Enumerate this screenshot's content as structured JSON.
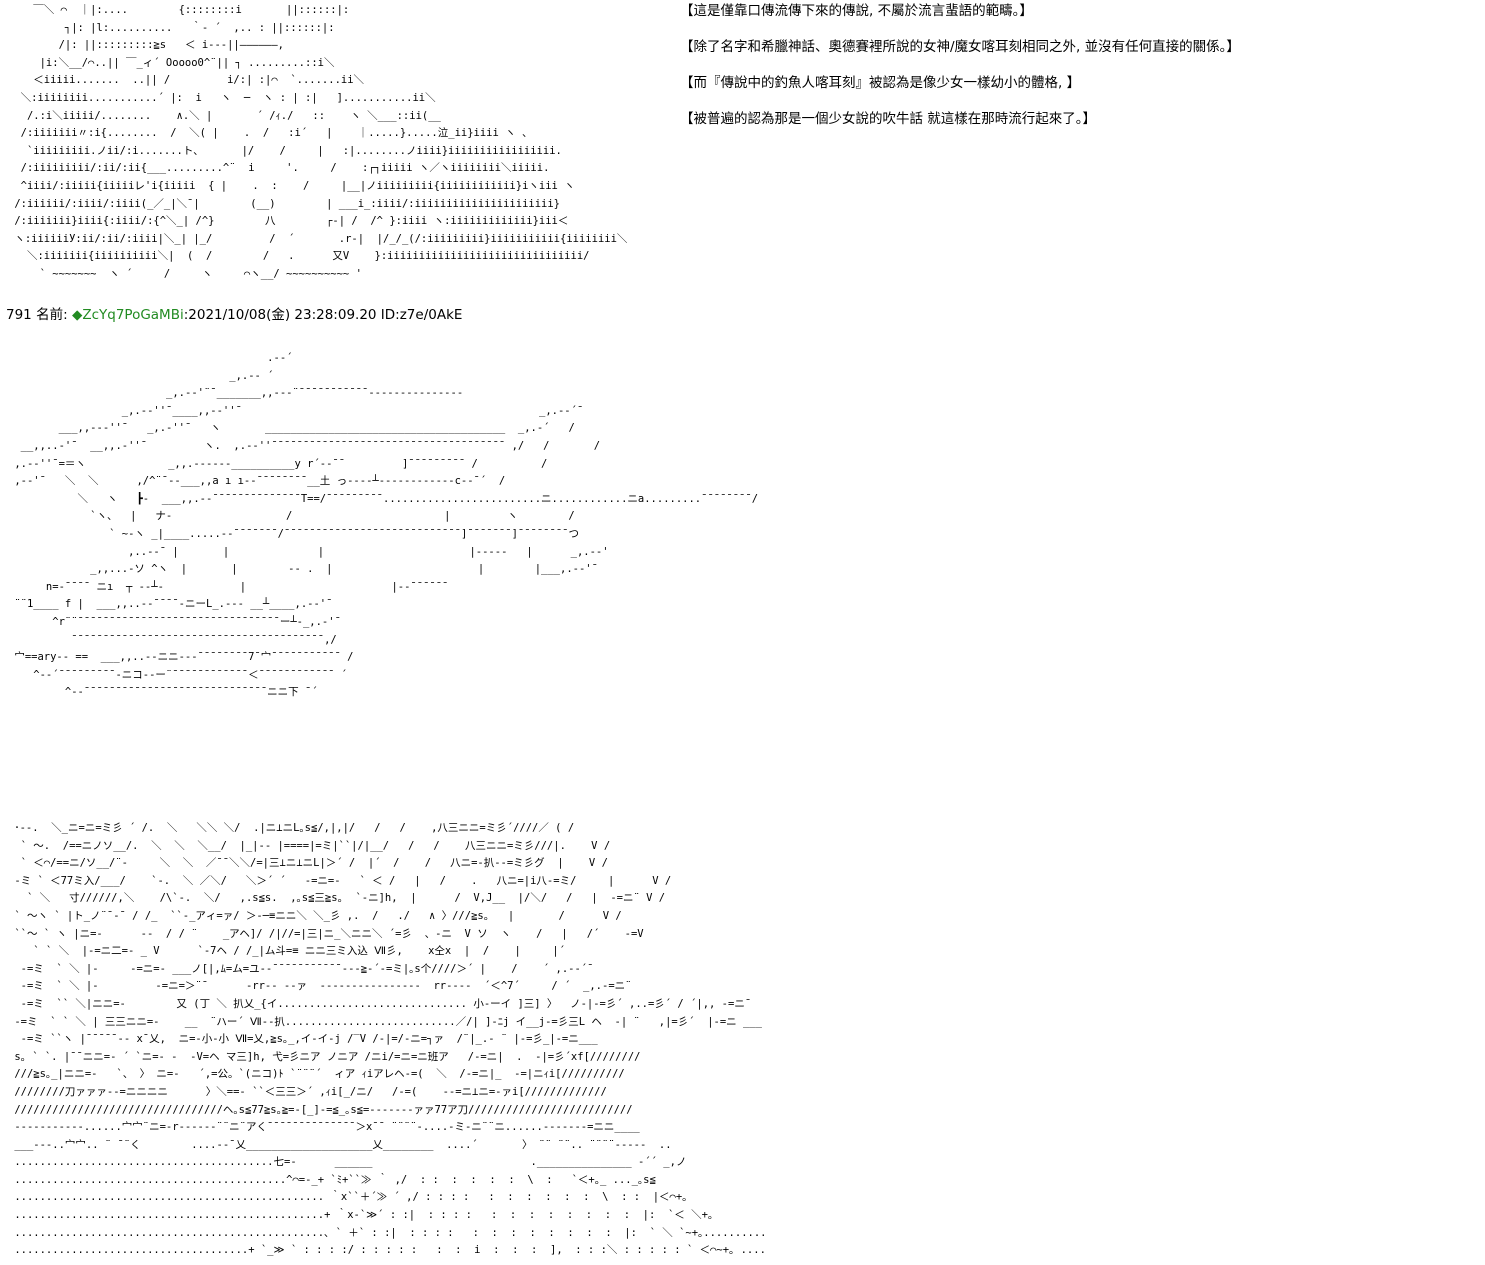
{
  "narration": [
    "【這是僅靠口傳流傳下來的傳說, 不屬於流言蜚語的範疇。】",
    "【除了名字和希臘神話、奧德賽裡所說的女神/魔女喀耳刻相同之外, 並沒有任何直接的關係。】",
    "【而『傳說中的釣魚人喀耳刻』被認為是像少女一樣幼小的體格, 】",
    "【被普遍的認為那是一個少女說的吹牛話 就這樣在那時流行起來了。】"
  ],
  "post": {
    "number": "791",
    "name_label": "名前:",
    "trip_symbol": "◆",
    "trip": "ZcYq7PoGaMBi",
    "meta": ":2021/10/08(金) 23:28:09.20 ID:z7e/0AkE"
  },
  "colors": {
    "trip": "#228B22",
    "text": "#000000",
    "background": "#ffffff"
  },
  "ascii_art": {
    "top": "    ￣＼ ⌒  ｜|:....        {::::::::i       ||::::::|:\n         ┐|: |l:..........   ｀- ´  ,.. : ||::::::|:\n        /|: ||:::::::::≧s   ＜ i---||――――――,\n     |i:＼__/⌒..|| ￣_ィ´ Ooooo0^¨|| ┐ .........::i＼\n    ＜iiiii.......  ..|| /         i/:| :|⌒  `.......ii＼\n  ＼:iiiiiiii...........´ |:  i   ヽ  ─  ヽ : | :|   ]...........ii＼\n   /.:i＼iiiii/........    ∧.＼ |       ´ /ｨ./   ::    ヽ ＼___::ii(__\n  /:iiiiiii〃:i{........  /  ＼( |    .  /   :i´   |    ｜.....}.....泣_ii}iiii ヽ 、\n   `iiiiiiiii.ノii/:i.......ト、      |/    /     |   :|........ノiiii}iiiiiiiiiiiiiiiii.\n  /:iiiiiiiii/:ii/:ii{___.........^¨  i     '.     /    :┌┐iiiii ヽ／ヽiiiiiiii＼iiiii.\n  ^iiii/:iiiii{iiiiiレ'i{iiiii  { |    .  :    /     |__|ノiiiiiiiii{iiiiiiiiiiii}iヽiii ヽ\n /:iiiiii/:iiii/:iiii(_／_|＼¯|        (__)        | ___i_:iiii/:iiiiiiiiiiiiiiiiiiiiii}\n /:iiiiiii}iiii{:iiii/:{^＼_| /^}        八        ┌-| /  /^ }:iiii ヽ:iiiiiiiiiiiii}iii＜\n ヽ:iiiiiiУ:ii/:ii/:iiii|＼_| |_/         /  ´       .r-|  |/_/_(/:iiiiiiiii}iiiiiiiiiii{iiiiiiii＼\n   ＼:iiiiiii{iiiiiiiiii＼|  (  /        /   .      又V    }:iiiiiiiiiiiiiiiiiiiiiiiiiiiiiii/\n     ` ~~~~~~~  ヽ ´     /     ヽ     ⌒ヽ__/ ~~~~~~~~~~ '",
    "middle": "                                         .-‐´\n                                   _,.-‐ ´\n                         _,.-‐'¨¯_______,,--‐¨¯¯¯¯¯¯¯¯¯¯¯---------------\n                  _,.-‐''¯____,,--''¯                                               _,.-‐´¯\n        ___,,--‐''¯   _,.-''¯   ヽ       ______________________________________  _,.-´   /\n  __,,..-'¯  __,,.-''¯         ヽ.  ,.-‐''¯¯¯¯¯¯¯¯¯¯¯¯¯¯¯¯¯¯¯¯¯¯¯¯¯¯¯¯¯¯¯¯¯¯¯¯¯ ,/   /       /\n ,.-‐''¯=＝ヽ             _,,.--‐--‐__________y r´-‐¯¯         ]¯¯¯¯¯¯¯¯¯ /          /\n ,-‐'¯   ＼  ＼      ,/^¨¯--___,,a ı ı-‐¯¯¯¯¯¯¯¯__土 っ----┴------------c-‐¯´  /\n           ＼   ヽ   ┣-  ___,,.-‐¯¯¯¯¯¯¯¯¯¯¯¯¯¯T==/¯¯¯¯¯¯¯¯¯.........................ニ............ニa.........¯¯¯¯¯¯¯¯/\n             `ヽ、  |   ナ-                  /                        |         ヽ        /\n                ` ~-ヽ _|____.....-‐¯¯¯¯¯¯¯/¯¯¯¯¯¯¯¯¯¯¯¯¯¯¯¯¯¯¯¯¯¯¯¯¯¯¯¯]¯¯¯¯¯¯¯]¯¯¯¯¯¯¯¯つ\n                   ,..-‐¯ |       |              |                       |-----   |      _,.-‐'\n             _,,...-ソ ^ヽ  |       |        ‐‐ .  |                       |        |___,.-‐'¯\n      n=‐¯¯¯¯ ニı  ┬ ‐‐┴-            |                       |‐‐¯¯¯¯¯¯\n ¨¨1____ f |  ___,,..-‐¯¯¯¯-ニーL_.-‐‐ __┴____,.-‐'¯\n       ^r¨¨¯¯¯¯¯¯¯¯¯¯¯¯¯¯¯¯¯¯¯¯¯¯¯¯¯¯¯¯¯¯¯¯ー┴-_,.-'¯\n          ¯¯¯¯¯¯¯¯¯¯¯¯¯¯¯¯¯¯¯¯¯¯¯¯¯¯¯¯¯¯¯¯¯¯¯¯¯¯¯¯,/\n 宀==ary-- ==  ___,,..-‐ニニ‐--¯¯¯¯¯¯¯¯7¯宀¯¯¯¯¯¯¯¯¯¯¯ /\n    ^-‐´¯¯¯¯¯¯¯¯¯‐ニコ‐-ー¨¯¯¯¯¯¯¯¯¯¯¯¯＜¯¯¯¯¯¯¯¯¯¯¯¯ ´\n         ^-‐¯¯¯¯¯¯¯¯¯¯¯¯¯¯¯¯¯¯¯¯¯¯¯¯¯¯¯¯¯ニニ下 ¯´",
    "bottom": " ･--.  ＼_ニ=ニ=ミ彡 ´ /.  ＼   ＼＼ ＼/  .|ニ⊥ニL｡s≦/,|,|/   /   /    ,八三ニニ=ミ彡´////／ ( /\n  ` ～.  /==ニノソ__/.  ＼  ＼  ＼__/  |_|-- |====|=ミ|``|/|__/   /   /    八三ニニ=ミ彡///|.    V /\n  ` ＜⌒/==ニ/ソ__/¨-     ＼  ＼  ／¯¯＼＼/=|三⊥ニ⊥ニL|＞´ /  |´  /    /   八ニ=-扒--=ミ彡グ  |    V /\n -ミ ` ＜77ミ入/___/    `-.  ＼ ／＼/   ＼＞´ ´   -=ニ=-   ` ＜ /   |   /    .   八ニ=|i八-=ミ/     |      V /\n   ` ＼   寸//////,＼    /\\`-.  ＼/   ,.s≦s.  ,｡s≦三≧s｡  `‐ニ]h,  |      /  V,J__  |/＼/   /   |  -=ニ¨ V /\n ` ～ヽ ` |ト_ノ¨¯‐¯ / /_  ``-_アィ=ァ/ ＞-─≡ニニ＼ ＼_彡 ,.  /   ./   ∧ 〉///≧s｡   |       /      V /\n ``～ ` ヽ |ニ=-      --  / / ¨    _アヘ]/ /|//=|三|ニ_＼ニニ＼ ´=彡  、-ニ  V ソ  ヽ    /   |   /´    -=V\n    ` ` ＼  |-=ニ二=- _ V      `‐7ヘ / /_|ム斗=≡ ニニ三ミ入込 Ⅶ彡,    x仝x  |  /    |     |´\n  -=ミ  ` ＼ |-     -=ニ=- ___ノ[|,ﾑ=ム=ユ-‐¯¯¯¯¯¯¯¯¯¯¯---≧-´-=ミ|｡s个////＞´ |    /    ´ ,.-‐´¯\n  -=ミ  ` ＼ |-         -=ニ=＞¨¯      -rr-- --ァ  ----------------  rr----  ´＜^7´     / ´  _,.-=ニ¨\n  -=ミ  `` ＼|ニニ=-        又 (丁 ＼ 扒乂_{イ.............................. 小-ーイ ]三] 〉  ノ-|-=彡´ ,..=彡´ / ´|,, -=ニ¯\n -=ミ  ` ` ＼ | 三三ニニ=-    __  ¨ハー´ Ⅶ--扒...........................／/| ]-ﾆj イ__j-=彡三L ヘ  -| ¨   ,|=彡´  |-=ニ ___\n  -=ミ ``ヽ |¯¯¯¯¯-‐ x¯乂,  ニ=-小-小 Ⅶ=乂,≧s｡_,イ-イ-j /‾V /-|=/-ニ=┐ァ  /¨|_.- ¨ |-=彡_|-=ニ___\n s｡ ` `. |¯¯ニニ=- ´ `ニ=- -  -V=ヘ マ三]h, 弋=彡ニア ノニア /ニi/=ニ=ニ班ア   /-=ニ|  .  -|=彡´xf[////////\n ///≧s｡_|ニニ=-   `、 〉 ニ=-   ´,=公。`(ニコ)ﾄ `¨¨¨´  ィア ｨiアレヘ-=(  ＼  /-=ニ|_  -=|ニｨi[//////////\n ////////刀ァァァ--=ニニニニ      〉＼==- ``＜三三＞´ ,ｨi[_/ニ/   /-=(    --=ニ⊥ニ=-ァi[/////////////\n /////////////////////////////////ヘ｡s≦77≧s｡≧=-[_]-=≦_｡s≦=-------ァァ77ア刀//////////////////////////\n -----------......宀宀¨ニ=-r------¨¨ニ¨アく¯¯¯¯¯¯¯¯¯¯¯¯¯¯＞x¯¯ ¨¨¨¨-....-ミ-ニ¨¨ニ......-------=ニニ____\n ___---..宀宀.. ¨ ¯¨く        ....-‐¯乂____________________乂________  ....´       〉 ¨¨ ¨¨.. ¨¨¨¨-----  ..\n .........................................七=-      ______                         ._______________ -´´ _,ノ\n ...........................................^⌒=-_+ `ﾐ+``≫ ｀ ,/  : :  :  :  :  :  \\  :   `＜+｡_ ..._｡s≦\n ................................................. ｀x``＋´≫ ´ ,/ : : : :   :  :  :  :  :  :  \\  : :  |＜⌒+｡\n .................................................+ ｀x-`≫´ : :|  : : : :   :  :  :  :  :  :  :  :  |:  `＜ ＼+｡\n .................................................､ ` ＋` : :|  : : : :   :  :  :  :  :  :  :  :  |:  ` ＼ `~+｡......................\n .....................................+ `_≫ ` : : : :/ : : : : :   :  :  i  :  :  :  ],  : : :＼ : : : : : ` ＜⌒~+｡ .......................|"
  }
}
